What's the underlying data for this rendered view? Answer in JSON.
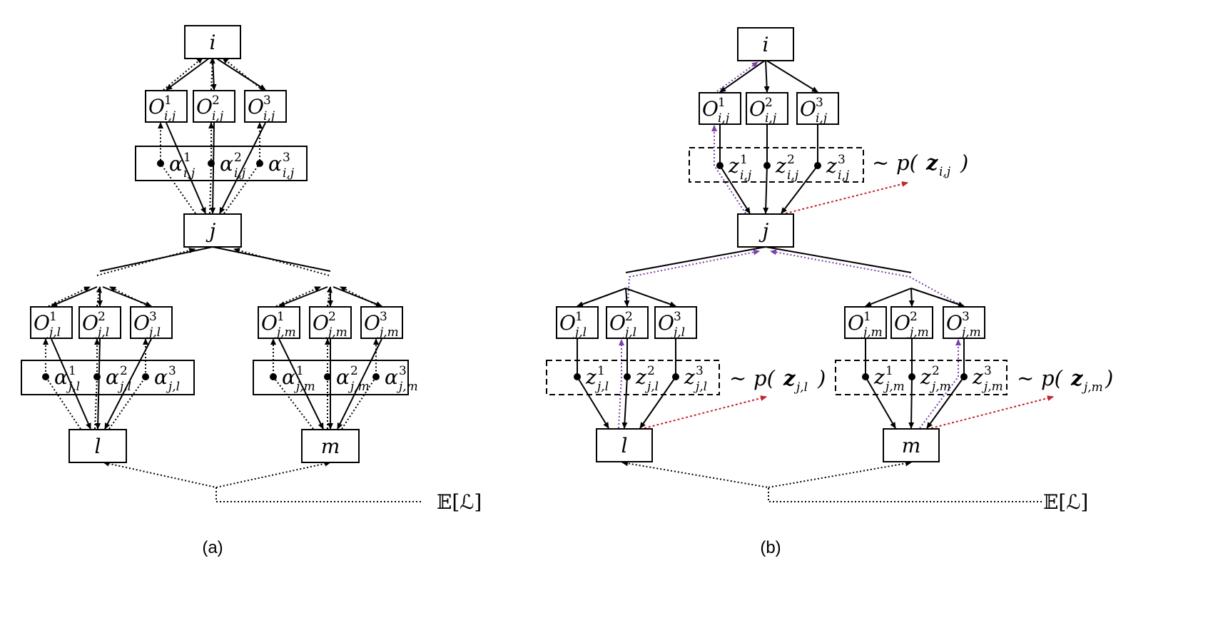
{
  "colors": {
    "line": "#000000",
    "gradient_path": "#7b3fa8",
    "sample_path": "#c0262d"
  },
  "panels": [
    {
      "caption": "(a)",
      "root": "i",
      "mid": "j",
      "left_leaf": "l",
      "right_leaf": "m",
      "gate_symbol": "α",
      "top_group": {
        "op_base": "O",
        "op_sub": "i,j",
        "gate_sub": "i,j",
        "indices": [
          "1",
          "2",
          "3"
        ]
      },
      "left_group": {
        "op_base": "O",
        "op_sub": "j,l",
        "gate_sub": "j,l",
        "indices": [
          "1",
          "2",
          "3"
        ]
      },
      "right_group": {
        "op_base": "O",
        "op_sub": "j,m",
        "gate_sub": "j,m",
        "indices": [
          "1",
          "2",
          "3"
        ]
      },
      "loss": {
        "E": "𝔼",
        "open": "[",
        "L": "ℒ",
        "close": "]"
      }
    },
    {
      "caption": "(b)",
      "root": "i",
      "mid": "j",
      "left_leaf": "l",
      "right_leaf": "m",
      "gate_symbol": "z",
      "top_group": {
        "op_base": "O",
        "op_sub": "i,j",
        "gate_sub": "i,j",
        "indices": [
          "1",
          "2",
          "3"
        ]
      },
      "left_group": {
        "op_base": "O",
        "op_sub": "j,l",
        "gate_sub": "j,l",
        "indices": [
          "1",
          "2",
          "3"
        ]
      },
      "right_group": {
        "op_base": "O",
        "op_sub": "j,m",
        "gate_sub": "j,m",
        "indices": [
          "1",
          "2",
          "3"
        ]
      },
      "dist": {
        "tilde": "~",
        "p": "p",
        "z": "z",
        "subs": [
          "i,j",
          "j,l",
          "j,m"
        ]
      },
      "loss": {
        "E": "𝔼",
        "open": "[",
        "L": "ℒ",
        "close": "]"
      }
    }
  ]
}
